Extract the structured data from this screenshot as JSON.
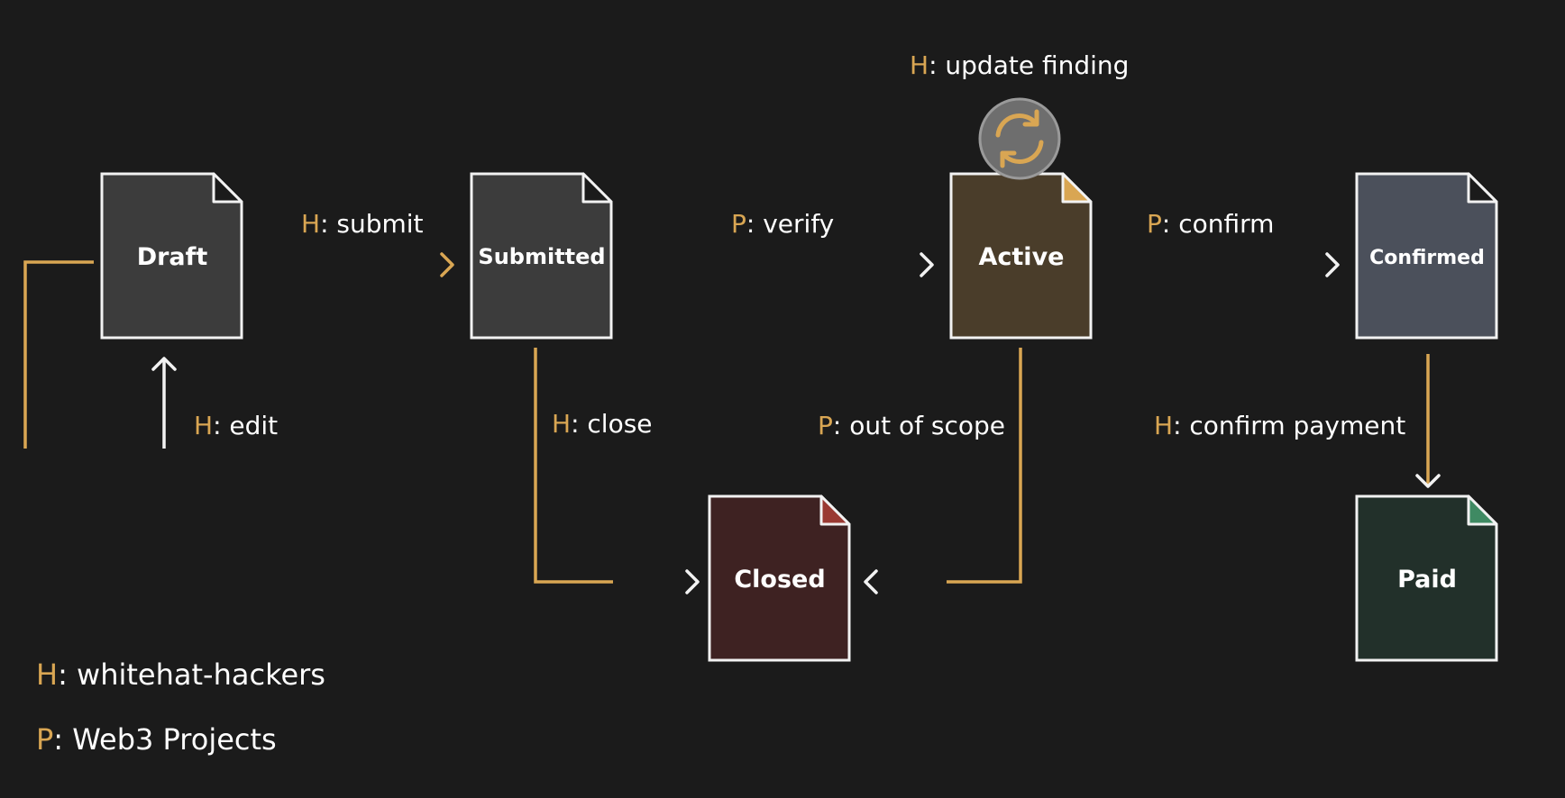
{
  "colors": {
    "background": "#1b1b1b",
    "accent": "#d9a653",
    "line_white": "#f2f2f2",
    "draft_fill": "#3c3c3c",
    "submitted_fill": "#3c3c3c",
    "active_fill": "#4a3d2a",
    "confirmed_fill": "#4b505b",
    "closed_fill": "#3e2222",
    "paid_fill": "#22302a",
    "active_corner": "#d9a653",
    "closed_corner": "#9a3a33",
    "paid_corner": "#3f8a63"
  },
  "states": {
    "draft": "Draft",
    "submitted": "Submitted",
    "active": "Active",
    "confirmed": "Confirmed",
    "closed": "Closed",
    "paid": "Paid"
  },
  "transitions": {
    "submit": {
      "actor": "H",
      "text": ": submit"
    },
    "verify": {
      "actor": "P",
      "text": ": verify"
    },
    "confirm": {
      "actor": "P",
      "text": ": confirm"
    },
    "edit": {
      "actor": "H",
      "text": ": edit"
    },
    "close": {
      "actor": "H",
      "text": ": close"
    },
    "out_of_scope": {
      "actor": "P",
      "text": ": out of scope"
    },
    "confirm_payment": {
      "actor": "H",
      "text": ": confirm payment"
    },
    "update_finding": {
      "actor": "H",
      "text": ": update finding"
    }
  },
  "icons": {
    "update": "refresh-icon"
  },
  "legend": [
    {
      "key": "H",
      "text": ": whitehat-hackers"
    },
    {
      "key": "P",
      "text": ": Web3 Projects"
    }
  ]
}
